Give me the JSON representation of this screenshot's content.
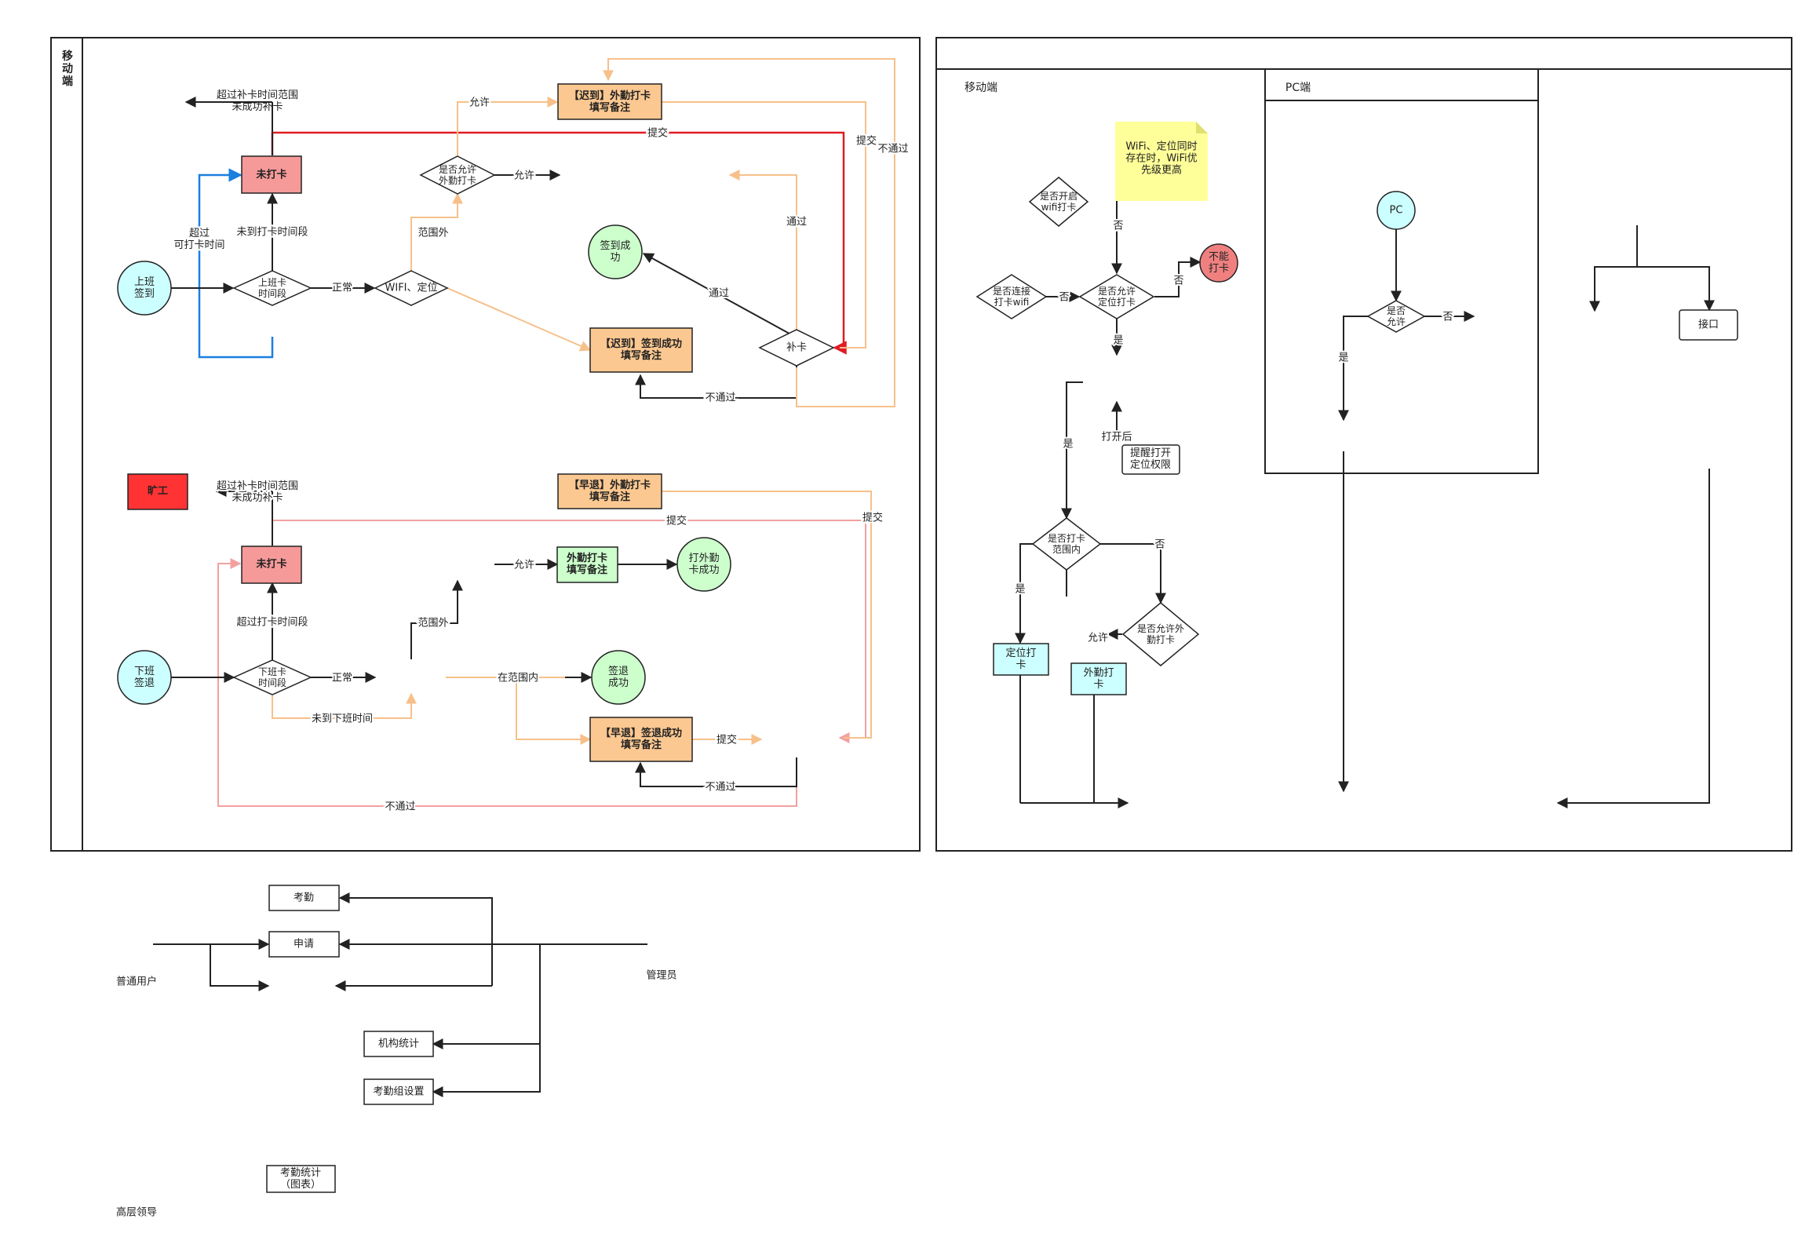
{
  "colors": {
    "black": "#222222",
    "red": "#e01b24",
    "blue": "#1a7fe0",
    "orange": "#f7c08a",
    "pink": "#f2a0a0",
    "cyan_fill": "#ccffff",
    "green_fill": "#ccffcc",
    "salmon_fill": "#f69999",
    "orange_fill": "#fcc891",
    "red_fill": "#ff3333",
    "note_fill": "#ffff99"
  },
  "left_panel": {
    "lane_title": "移动端",
    "checkin": {
      "start": "上班\n签到",
      "decision_time": "上班卡\n时间段",
      "missed": "未打卡",
      "lbl_not_time": "未到打卡时间段",
      "lbl_exceed": "超过\n可打卡时间",
      "lbl_normal": "正常",
      "wifi_gps": "WIFI、定位",
      "lbl_out_range": "范围外",
      "allow_field": "是否允许\n外勤打卡",
      "lbl_allow": "允许",
      "lbl_allow2": "允许",
      "late_field": "【迟到】外勤打卡\n填写备注",
      "late_success": "【迟到】签到成功\n填写备注",
      "success": "签到成\n功",
      "supplement": "补卡",
      "lbl_pass1": "通过",
      "lbl_pass2": "通过",
      "lbl_fail": "不通过",
      "lbl_fail2": "不通过",
      "lbl_submit": "提交",
      "lbl_submit2": "提交",
      "exceed_supp": "超过补卡时间范围\n未成功补卡"
    },
    "checkout": {
      "start": "下班\n签退",
      "decision_time": "下班卡\n时间段",
      "missed": "未打卡",
      "absent": "旷工",
      "lbl_exceed": "超过打卡时间段",
      "lbl_normal": "正常",
      "lbl_not_time": "未到下班时间",
      "lbl_out_range": "范围外",
      "lbl_allow": "允许",
      "field_note": "外勤打卡\n填写备注",
      "field_success": "打外勤\n卡成功",
      "lbl_in_range": "在范围内",
      "success": "签退\n成功",
      "early_success": "【早退】签退成功\n填写备注",
      "early_field": "【早退】外勤打卡\n填写备注",
      "lbl_submit": "提交",
      "lbl_submit2": "提交",
      "lbl_submit3": "提交",
      "lbl_fail": "不通过",
      "lbl_fail2": "不通过",
      "exceed_supp": "超过补卡时间范围\n未成功补卡"
    }
  },
  "right_panel": {
    "mobile_title": "移动端",
    "pc_title": "PC端",
    "note": "WiFi、定位同时\n存在时，WiFi优\n先级更高",
    "wifi_on": "是否开启\nwifi打卡",
    "wifi_connected": "是否连接\n打卡wifi",
    "allow_loc": "是否允许\n定位打卡",
    "cannot": "不能\n打卡",
    "remind": "提醒打开\n定位权限",
    "lbl_opened": "打开后",
    "in_range": "是否打卡\n范围内",
    "allow_field": "是否允许外\n勤打卡",
    "loc_punch": "定位打\n卡",
    "field_punch": "外勤打\n卡",
    "lbl_no": "否",
    "lbl_yes": "是",
    "lbl_allow": "允许",
    "pc": "PC",
    "pc_allow": "是否\n允许",
    "api": "接口"
  },
  "bottom": {
    "normal_user": "普通用户",
    "admin": "管理员",
    "leader": "高层领导",
    "attendance": "考勤",
    "apply": "申请",
    "org_stats": "机构统计",
    "group_settings": "考勤组设置",
    "stats_chart": "考勤统计\n（图表）"
  }
}
